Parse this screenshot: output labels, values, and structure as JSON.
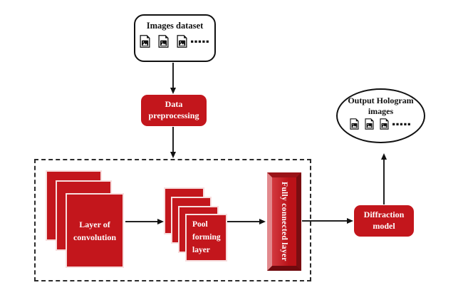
{
  "nodes": {
    "images_dataset": {
      "label": "Images dataset",
      "dots": "▪▪▪▪▪"
    },
    "data_preprocessing": {
      "label": "Data preprocessing"
    },
    "conv_layer": {
      "label": "Layer of convolution"
    },
    "pool_layer": {
      "label": "Pool forming layer"
    },
    "fc_layer": {
      "label": "Fully connected layer"
    },
    "diffraction_model": {
      "label": "Diffraction model"
    },
    "output_hologram": {
      "label": "Output Hologram images",
      "dots": "▪▪▪▪▪"
    }
  },
  "icons": {
    "image_file": "image-file-icon"
  },
  "colors": {
    "red": "#c3161c",
    "red_dark": "#7a0d11",
    "red_mid": "#9a1318",
    "red_deep": "#6f0a0e",
    "red_light": "#e2898d",
    "stack_edge": "#f7dede",
    "line": "#222222",
    "ink": "#111111",
    "background": "#ffffff"
  }
}
